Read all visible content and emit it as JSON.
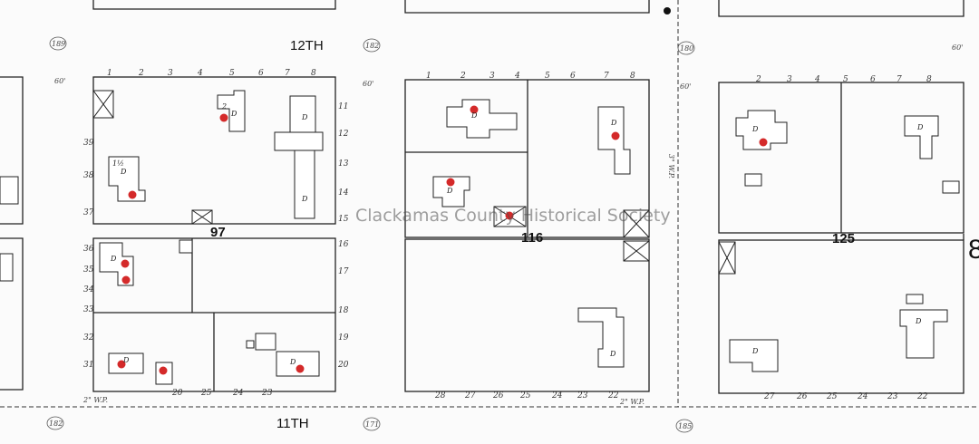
{
  "streets": {
    "north": "12TH",
    "south": "11TH"
  },
  "blocks": {
    "left_block": "97",
    "middle_block": "116",
    "right_block": "125",
    "far_right_partial": "8"
  },
  "watermark": "Clackamas County Historical Society",
  "lot_numbers": {
    "block97_top": [
      "1",
      "2",
      "3",
      "4",
      "5",
      "6",
      "7",
      "8"
    ],
    "block116_top": [
      "1",
      "2",
      "3",
      "4",
      "5",
      "6",
      "7",
      "8"
    ],
    "block125_top": [
      "2",
      "3",
      "4",
      "5",
      "6",
      "7",
      "8"
    ],
    "block116_bottom": [
      "28",
      "27",
      "26",
      "25",
      "24",
      "23",
      "22"
    ],
    "block125_bottom": [
      "27",
      "26",
      "25",
      "24",
      "23",
      "22"
    ],
    "block97_bottom": [
      "20",
      "25",
      "24",
      "23"
    ],
    "block97_right": [
      "11",
      "12",
      "13",
      "14",
      "15",
      "16",
      "17",
      "18",
      "19",
      "20"
    ],
    "block97_left": [
      "39",
      "38",
      "37",
      "36",
      "35",
      "34",
      "33",
      "32",
      "31"
    ]
  },
  "dimensions": {
    "frontage_left": "60'",
    "frontage_mid": "60'",
    "frontage_right": "60'",
    "far_right": "60'"
  },
  "building_labels": {
    "dwelling": "D",
    "two_story": "2",
    "one_half": "1½"
  },
  "water_mains": {
    "south": "2\" W.P.",
    "south_mid": "2\" W.P.",
    "vertical": "3\" W.P."
  },
  "elevations": {
    "e1": "189",
    "e2": "182",
    "e3": "180",
    "e4": "182",
    "e5": "171",
    "e6": "185"
  },
  "markers": {
    "color": "#d42a2a",
    "count": 12
  }
}
